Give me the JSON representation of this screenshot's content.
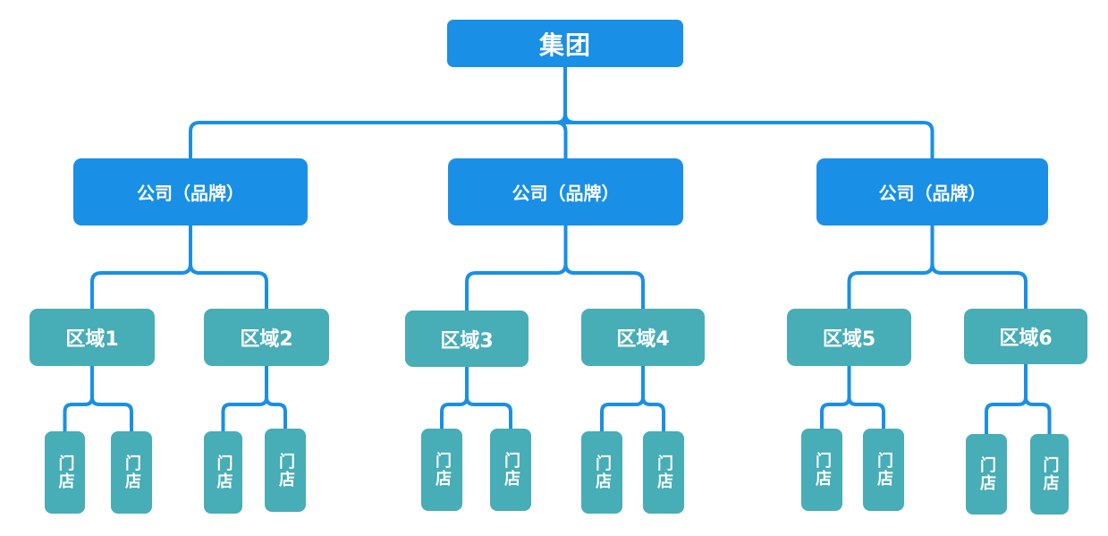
{
  "diagram": {
    "type": "org-chart",
    "colors": {
      "top_level_fill": "#1a8fe6",
      "lower_level_fill": "#47adb6",
      "connector": "#1a8fe6",
      "text": "#ffffff"
    },
    "root": {
      "label": "集团",
      "children": [
        {
          "label": "公司（品牌）",
          "children": [
            {
              "label": "区域1",
              "children": [
                {
                  "label": "门店"
                },
                {
                  "label": "门店"
                }
              ]
            },
            {
              "label": "区域2",
              "children": [
                {
                  "label": "门店"
                },
                {
                  "label": "门店"
                }
              ]
            }
          ]
        },
        {
          "label": "公司（品牌）",
          "children": [
            {
              "label": "区域3",
              "children": [
                {
                  "label": "门店"
                },
                {
                  "label": "门店"
                }
              ]
            },
            {
              "label": "区域4",
              "children": [
                {
                  "label": "门店"
                },
                {
                  "label": "门店"
                }
              ]
            }
          ]
        },
        {
          "label": "公司（品牌）",
          "children": [
            {
              "label": "区域5",
              "children": [
                {
                  "label": "门店"
                },
                {
                  "label": "门店"
                }
              ]
            },
            {
              "label": "区域6",
              "children": [
                {
                  "label": "门店"
                },
                {
                  "label": "门店"
                }
              ]
            }
          ]
        }
      ]
    }
  }
}
